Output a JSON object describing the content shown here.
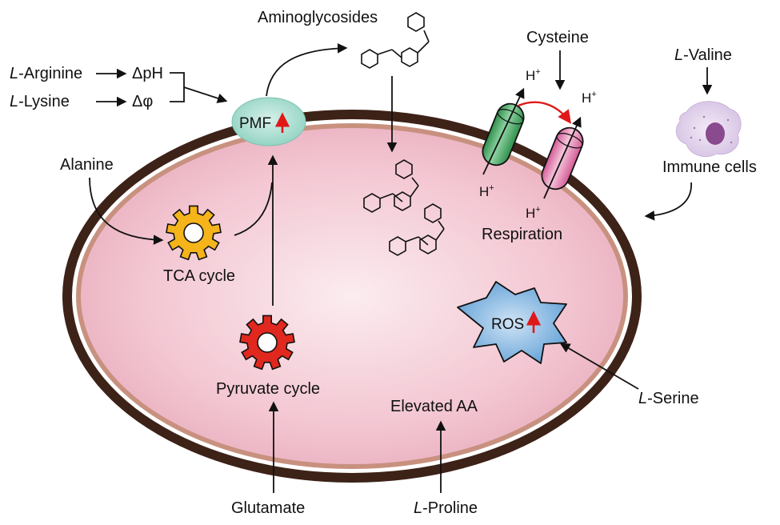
{
  "labels": {
    "arginine_prefix": "L",
    "arginine_rest": "-Arginine",
    "lysine_prefix": "L",
    "lysine_rest": "-Lysine",
    "delta_ph": "ΔpH",
    "delta_phi": "Δφ",
    "pmf": "PMF",
    "aminoglycosides": "Aminoglycosides",
    "cysteine": "Cysteine",
    "valine_prefix": "L",
    "valine_rest": "-Valine",
    "immune_cells": "Immune cells",
    "alanine": "Alanine",
    "tca_cycle": "TCA cycle",
    "pyruvate_cycle": "Pyruvate cycle",
    "glutamate": "Glutamate",
    "elevated_aa": "Elevated AA",
    "proline_prefix": "L",
    "proline_rest": "-Proline",
    "ros": "ROS",
    "serine_prefix": "L",
    "serine_rest": "-Serine",
    "respiration": "Respiration",
    "h_plus": "H",
    "h_plus_sup": "+"
  },
  "colors": {
    "cell_wall": "#3d2218",
    "membrane": "#c8917f",
    "cytoplasm_center": "#fbe9ee",
    "cytoplasm_edge": "#eeb3c3",
    "pmf_fill": "#a8ddd0",
    "tca_gear": "#f4b41a",
    "pyruvate_gear": "#e0281e",
    "ros_burst": "#7eb3de",
    "up_arrow": "#e01818",
    "green_channel": "#4fae6a",
    "pink_channel": "#e88bb5",
    "immune_cell": "#e3d5ec",
    "immune_nucleus": "#8a4a8e"
  },
  "icons": {
    "pmf": "ellipse",
    "tca": "gear-icon",
    "pyruvate": "gear-icon",
    "ros": "burst-icon",
    "immune_cell": "cell-icon",
    "aminoglycoside": "hexagon-ring-icon",
    "channel": "transporter-icon"
  }
}
